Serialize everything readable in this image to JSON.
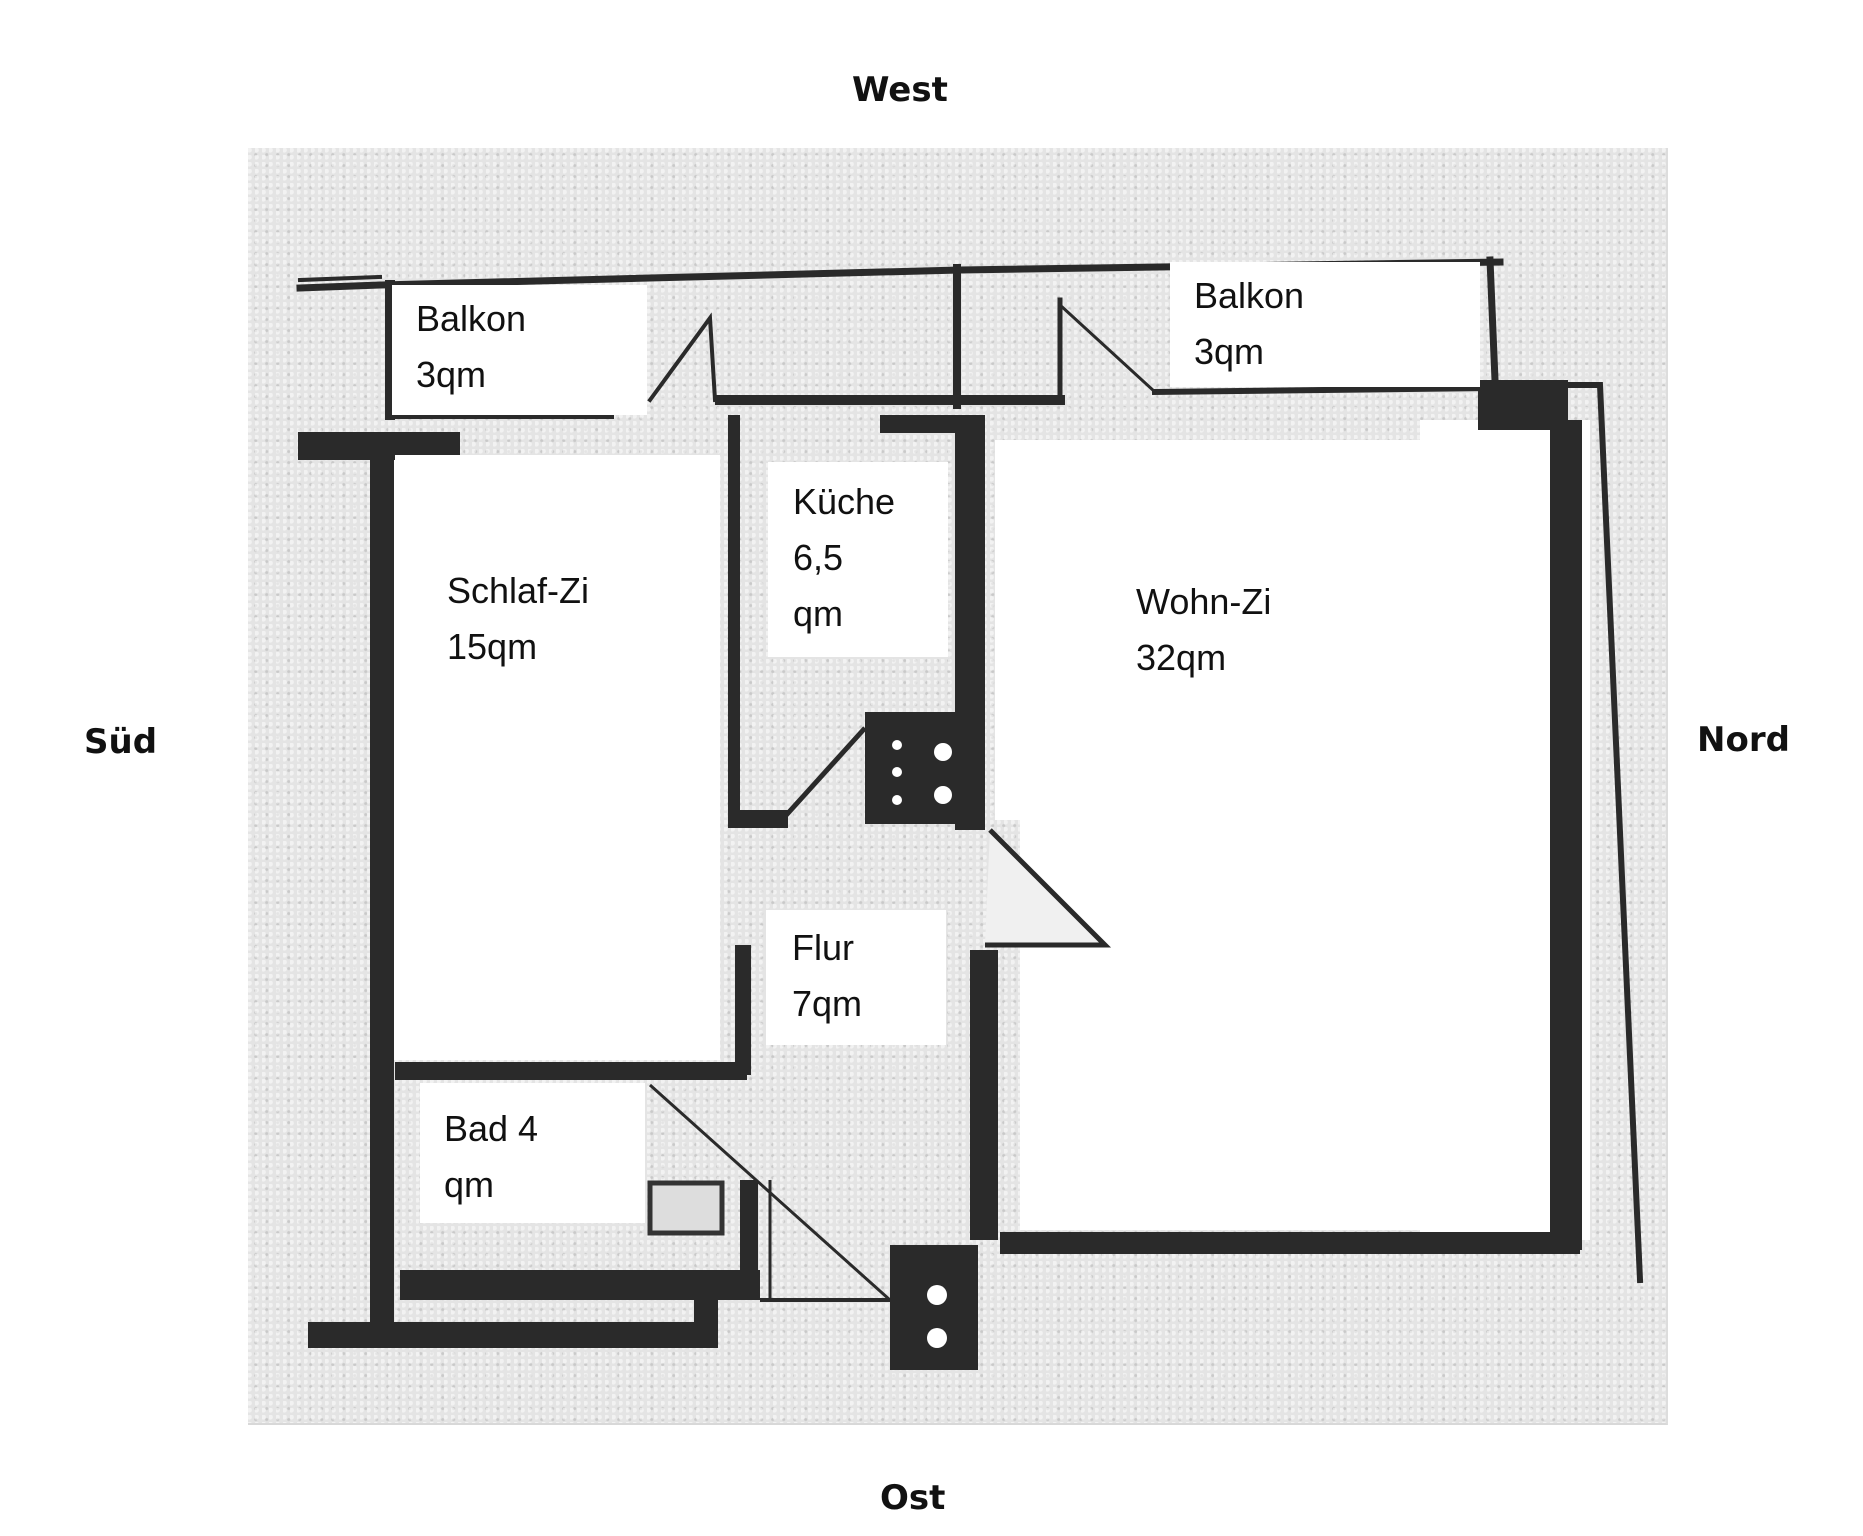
{
  "compass": {
    "west": "West",
    "east": "Ost",
    "south": "Süd",
    "north": "Nord"
  },
  "rooms": [
    {
      "id": "balkon-left",
      "name": "Balkon",
      "area": "3qm"
    },
    {
      "id": "balkon-right",
      "name": "Balkon",
      "area": "3qm"
    },
    {
      "id": "schlafzimmer",
      "name": "Schlaf-Zi",
      "area": "15qm"
    },
    {
      "id": "kueche",
      "name": "Küche",
      "area_line1": "6,5",
      "area_line2": "qm"
    },
    {
      "id": "wohnzimmer",
      "name": "Wohn-Zi",
      "area": "32qm"
    },
    {
      "id": "flur",
      "name": "Flur",
      "area": "7qm"
    },
    {
      "id": "bad",
      "name": "Bad 4",
      "area": "qm"
    }
  ],
  "colors": {
    "wall": "#2a2a2a",
    "scan_background": "#e4e4e4",
    "label_background": "#ffffff",
    "text": "#111111"
  }
}
